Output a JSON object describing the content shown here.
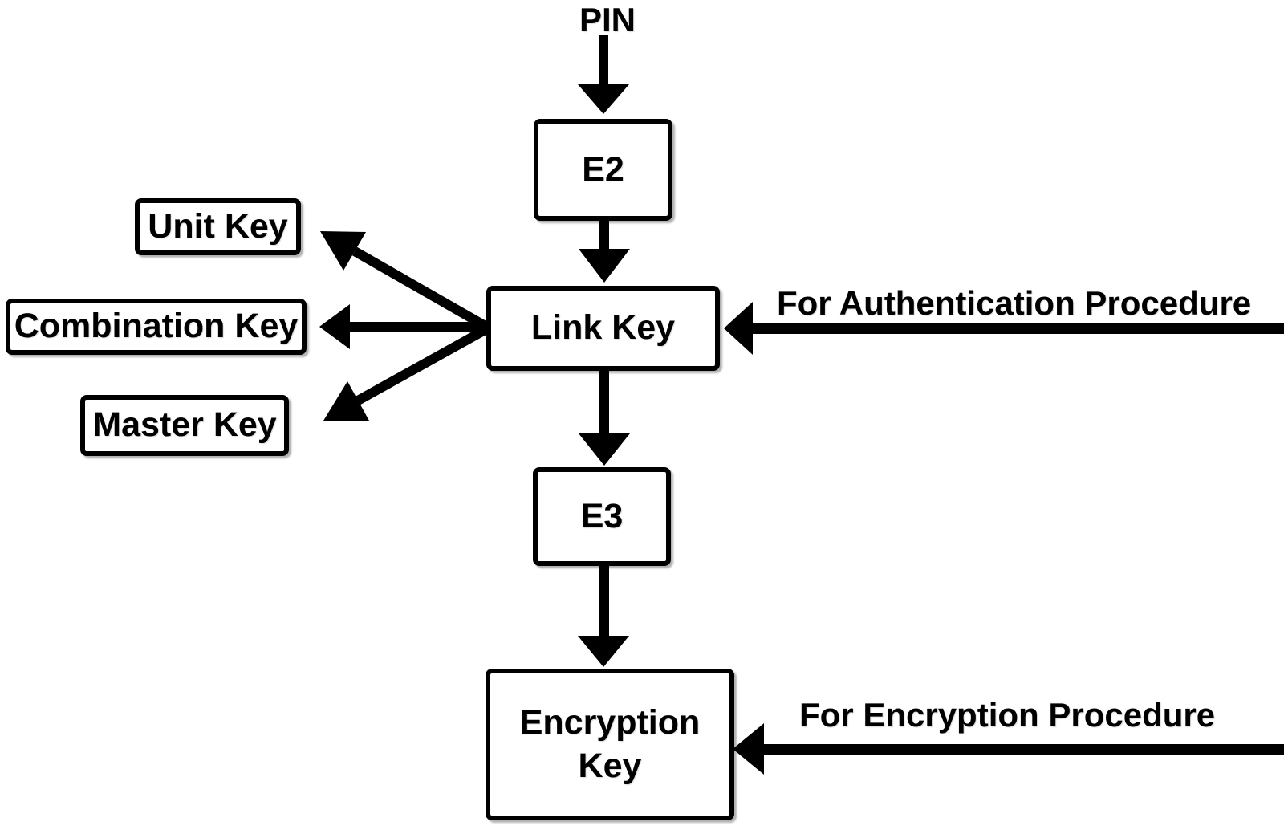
{
  "diagram": {
    "nodes": {
      "pin": {
        "label": "PIN"
      },
      "e2": {
        "label": "E2"
      },
      "link_key": {
        "label": "Link Key"
      },
      "e3": {
        "label": "E3"
      },
      "encryption_key": {
        "label": "Encryption Key"
      },
      "unit_key": {
        "label": "Unit Key"
      },
      "combination_key": {
        "label": "Combination Key"
      },
      "master_key": {
        "label": "Master Key"
      }
    },
    "annotations": {
      "authentication": {
        "label": "For Authentication Procedure"
      },
      "encryption": {
        "label": "For Encryption Procedure"
      }
    },
    "edges": [
      "PIN -> E2",
      "E2 -> Link Key",
      "Link Key -> Unit Key",
      "Link Key -> Combination Key",
      "Link Key -> Master Key",
      "For Authentication Procedure -> Link Key",
      "Link Key -> E3",
      "E3 -> Encryption Key",
      "For Encryption Procedure -> Encryption Key"
    ],
    "colors": {
      "foreground": "#000000",
      "background": "#ffffff"
    }
  }
}
